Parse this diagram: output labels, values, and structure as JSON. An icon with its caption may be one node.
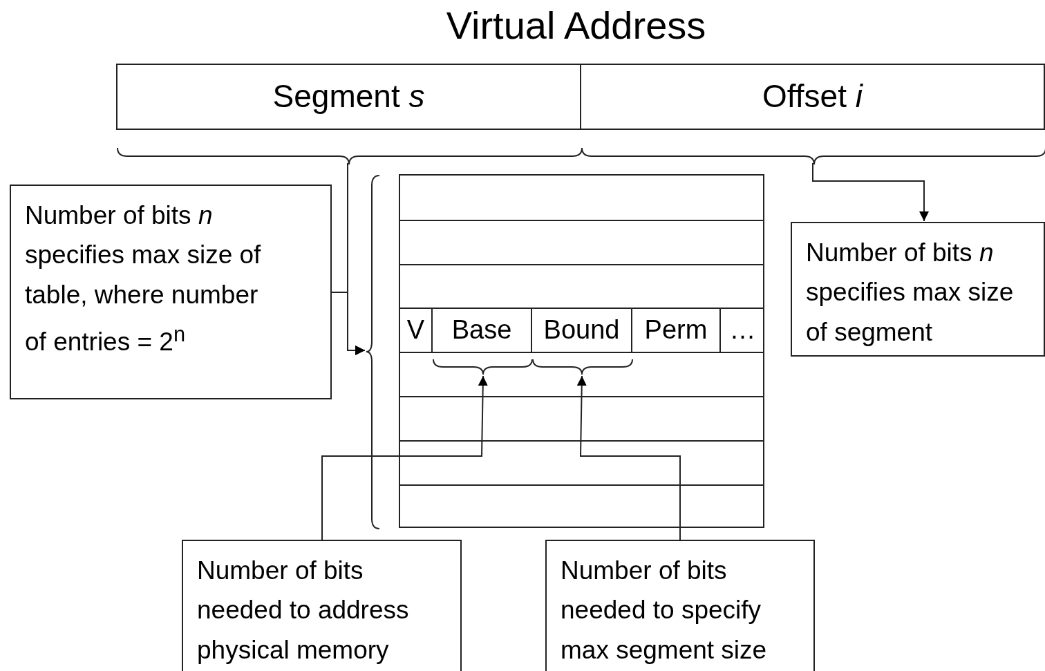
{
  "diagram": {
    "title": "Virtual Address",
    "nodes": [
      {
        "text": [
          "Segment *s*"
        ]
      },
      {
        "text": [
          "Offset *i*"
        ]
      },
      {
        "text": [
          "Number of bits *n* specifies max size of table, where number of entries = 2$^{n}$"
        ]
      },
      {
        "text": [],
        "shape": "box"
      },
      {
        "text": [
          "V"
        ],
        "in": 3
      },
      {
        "text": [
          "Base"
        ],
        "in": 3
      },
      {
        "text": [
          "Bound"
        ],
        "in": 3
      },
      {
        "text": [
          "Perm"
        ],
        "in": 3
      },
      {
        "text": [
          "…"
        ],
        "in": 3
      },
      {
        "text": [
          "Number of bits *n* specifies max size of segment"
        ]
      },
      {
        "text": [
          "Number of bits needed to address physical memory"
        ]
      },
      {
        "text": [
          "Number of bits needed to specify max segment size"
        ]
      }
    ],
    "edges": [
      {
        "from": 0,
        "to": 3,
        "arrow": "to"
      },
      {
        "from": 2,
        "to": 3,
        "arrow": "to"
      },
      {
        "from": 1,
        "to": 9,
        "arrow": "to"
      },
      {
        "from": 10,
        "to": 5,
        "arrow": "to"
      },
      {
        "from": 11,
        "to": 6,
        "arrow": "to"
      }
    ]
  }
}
